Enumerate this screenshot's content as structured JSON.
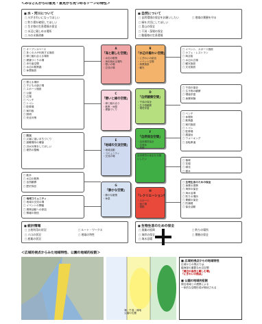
{
  "page_title": "＜みなさんからの意見・意見から見つめるゾーンの特性＞",
  "sections": {
    "water": {
      "title": "水・河川について",
      "items": [
        "川がきれいになってほしい",
        "釣り場を確保してほしい",
        "生き物の生息環境の保全",
        "水辺に親しめる場所",
        "川の水質改善"
      ]
    },
    "nature": {
      "title": "自然について",
      "items": [
        "自然環境の保全をお願いしたい",
        "緑を大切にしてほしい",
        "里山の保全",
        "干潟・藻場の保全",
        "動植物の生息環境",
        "地域の景観を守る"
      ]
    },
    "disaster": {
      "title": "防災",
      "items": [
        "災害に強いまちづくり",
        "避難場所の確保",
        "洪水対策をしてほしい",
        "堤防の整備"
      ]
    },
    "community": {
      "title": "地域コミュニティ",
      "items": [
        "地域の交流の場",
        "イベントの開催",
        "清掃活動への参加",
        "情報の発信"
      ]
    },
    "stats": {
      "title": "統計情報",
      "items": [
        "土地利用の状況",
        "人口の状況",
        "産業の状況",
        "ルート・ワークス",
        "地域の特性"
      ]
    },
    "coast": {
      "title": "生物生息のための保全",
      "items": [
        "漁業の振興",
        "海岸の保全",
        "海水浴場",
        "釣りの場所",
        "景観の保全",
        "防潮堤",
        "保全活動"
      ]
    }
  },
  "left_lists": {
    "upper": [
      "オープンスペース",
      "多くの人が利用する施設",
      "緑と触れ合える場所",
      "健康づくりの場",
      "歩行者空間",
      "水辺の散策路",
      "休憩施設"
    ],
    "middle": [
      "憩える場所",
      "子どもの遊び場",
      "スポーツ施設",
      "公園",
      "広場",
      "ベンチ",
      "トイレ",
      "駐車場",
      "案内板",
      "照明",
      "安全対策"
    ],
    "lower": [
      "散歩",
      "水辺の散策",
      "自然観察",
      "歴史探訪"
    ]
  },
  "right_lists": {
    "upper": [
      "イベント、スポーツ施設",
      "カフェ・レストラン",
      "商店街",
      "水辺の広場",
      "観光施設",
      "文化施設"
    ],
    "middle": [
      "干潟の保全",
      "生き物の観察",
      "環境学習",
      "漁業体験"
    ],
    "lower": [
      "ベンチ",
      "休憩所",
      "散策路",
      "案内施設",
      "トイレ",
      "駐車場",
      "展望台",
      "ウォーキング",
      "自転車道"
    ],
    "bottom": [
      "植栽",
      "花壇",
      "緑化",
      "樹木"
    ]
  },
  "cards": {
    "a": {
      "num": "A",
      "title": "「海と親しむ空間」",
      "body": "・水辺の散策\n・海を眺める場所\n・憩いの場\n・交流の場"
    },
    "b": {
      "num": "B",
      "title": "「水辺の賑わい空間」",
      "body": "・にぎわいの創出\n・イベント空間\n・商業施設\n・観光"
    },
    "c": {
      "num": "C",
      "title": "「憩いと緑の空間」",
      "body": "・緑と触れ合う\n・散策・休憩\n・健康づくり"
    },
    "d": {
      "num": "D",
      "title": "「自然観察空間」",
      "body": "・干潟の保全\n・生き物観察\n・環境学習"
    },
    "e": {
      "num": "E",
      "title": "「地域の交流空間」",
      "body": "・地域活動\n・コミュニティ\n・交流の場"
    },
    "f": {
      "num": "F",
      "title": "「自然保全空間」",
      "body": "・自然環境保全\n・生態系\n・景観"
    },
    "g": {
      "num": "G",
      "title": "「静かな空間」",
      "body": "・静かな散策\n・休息"
    },
    "h": {
      "num": "H",
      "title": "「レクリエーション空間」",
      "body": "・スポーツ\n・遊び場\n・運動"
    }
  },
  "bottom_section_title": "＜広域的視点からみた地域特性、公園の地域的役割＞",
  "legend": {
    "title1": "■ 広域的視点からの地域特性",
    "text1": "広域からの視点では、\n臨海部の重要な水辺空間",
    "highlight1": "「海辺の自然と親しむ場」\n「にぎわいの拠点」",
    "title2": "■ 公園の地域的役割",
    "text2": "周辺地域との連携による\n一体的な空間形成が期待される"
  },
  "map_label": "海・干潟・緑地\n公園の位置"
}
